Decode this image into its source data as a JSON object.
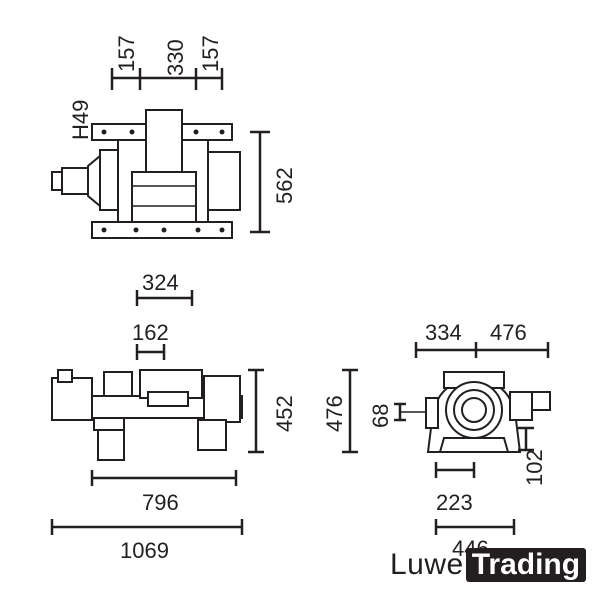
{
  "top_view": {
    "dim_left": "157",
    "dim_center": "330",
    "dim_right": "157",
    "dim_height": "562",
    "label_h49": "H49"
  },
  "side_view": {
    "dim_324": "324",
    "dim_162": "162",
    "dim_452": "452",
    "dim_796": "796",
    "dim_1069": "1069"
  },
  "front_view": {
    "dim_476_left": "476",
    "dim_334": "334",
    "dim_476_top": "476",
    "dim_68": "68",
    "dim_102": "102",
    "dim_223": "223",
    "dim_446": "446"
  },
  "logo": {
    "part1": "Luwe",
    "part2": "Trading"
  },
  "colors": {
    "ink": "#231f20",
    "background": "#ffffff"
  }
}
